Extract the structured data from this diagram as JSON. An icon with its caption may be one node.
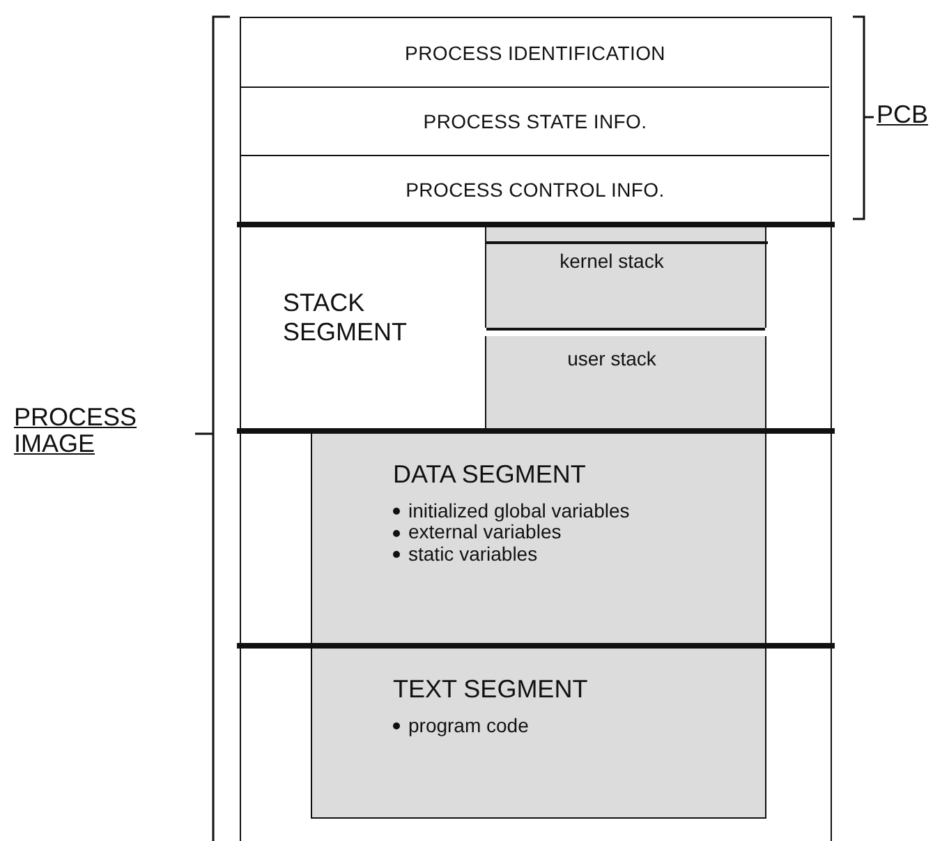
{
  "diagram": {
    "nodes": [
      {
        "text": [
          "PROCESS IDENTIFICATION"
        ]
      },
      {
        "text": [
          "PROCESS STATE INFO."
        ]
      },
      {
        "text": [
          "PROCESS CONTROL INFO."
        ]
      },
      {
        "text": [
          "STACK SEGMENT"
        ]
      },
      {
        "text": [
          "kernel stack"
        ],
        "in": 3
      },
      {
        "text": [
          "user stack"
        ],
        "in": 3
      },
      {
        "text": [
          "DATA SEGMENT",
          "initialized global variables",
          "external variables",
          "static variables"
        ]
      },
      {
        "text": [
          "TEXT SEGMENT",
          "program code"
        ]
      }
    ],
    "labels": [
      "PCB",
      "PROCESS IMAGE"
    ]
  }
}
